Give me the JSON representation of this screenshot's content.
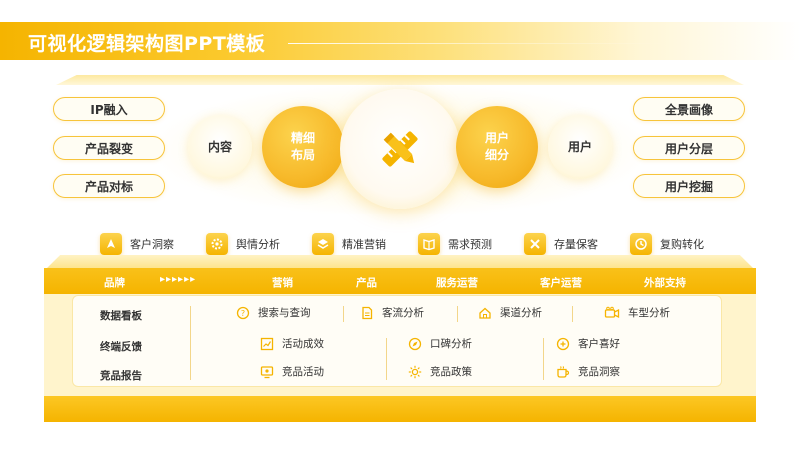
{
  "title": "可视化逻辑架构图PPT模板",
  "left_pills": [
    "IP融入",
    "产品裂变",
    "产品对标"
  ],
  "right_pills": [
    "全景画像",
    "用户分层",
    "用户挖掘"
  ],
  "circles": {
    "content": "内容",
    "layout": "精细布局",
    "segment": "用户细分",
    "user": "用户"
  },
  "features": [
    {
      "label": "客户洞察",
      "icon": "rocket-icon"
    },
    {
      "label": "舆情分析",
      "icon": "gear-icon"
    },
    {
      "label": "精准营销",
      "icon": "layers-icon"
    },
    {
      "label": "需求预测",
      "icon": "book-icon"
    },
    {
      "label": "存量保客",
      "icon": "tools-icon"
    },
    {
      "label": "复购转化",
      "icon": "clock-icon"
    }
  ],
  "platform_header": [
    "品牌",
    "营销",
    "产品",
    "服务运营",
    "客户运营",
    "外部支持"
  ],
  "left_labels": [
    "数据看板",
    "终端反馈",
    "竞品报告"
  ],
  "row1": [
    {
      "label": "搜索与查询",
      "icon": "question-icon"
    },
    {
      "label": "客流分析",
      "icon": "document-icon"
    },
    {
      "label": "渠道分析",
      "icon": "home-icon"
    },
    {
      "label": "车型分析",
      "icon": "camera-icon"
    }
  ],
  "grid": [
    {
      "label": "活动成效",
      "icon": "chart-icon"
    },
    {
      "label": "口碑分析",
      "icon": "compass-icon"
    },
    {
      "label": "客户喜好",
      "icon": "plus-circle-icon"
    },
    {
      "label": "竞品活动",
      "icon": "monitor-icon"
    },
    {
      "label": "竞品政策",
      "icon": "sun-icon"
    },
    {
      "label": "竞品洞察",
      "icon": "cup-icon"
    }
  ],
  "colors": {
    "accent": "#f5b400",
    "accent_light": "#fde38a",
    "pale": "#fff4cc"
  }
}
